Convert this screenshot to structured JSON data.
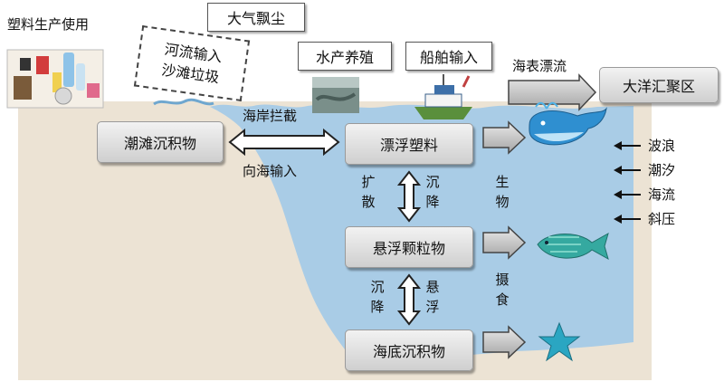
{
  "diagram": {
    "top_left_label": "塑料生产使用",
    "sources": {
      "atmosphere": "大气飘尘",
      "river_line1": "河流输入",
      "river_line2": "沙滩垃圾",
      "aquaculture": "水产养殖",
      "shipping": "船舶输入"
    },
    "sea_surface_drift": "海表漂流",
    "ocean_convergence": "大洋汇聚区",
    "nodes": {
      "beach_sediment": "潮滩沉积物",
      "floating_plastic": "漂浮塑料",
      "suspended_particles": "悬浮颗粒物",
      "seabed_sediment": "海底沉积物"
    },
    "edge_labels": {
      "coast_interception": "海岸拦截",
      "to_sea_input": "向海输入",
      "diffusion_chars": [
        "扩",
        "散"
      ],
      "settle_chars_top": [
        "沉",
        "降"
      ],
      "settle_chars_bottom": [
        "沉",
        "降"
      ],
      "suspend_chars": [
        "悬",
        "浮"
      ],
      "biota_chars": [
        "生",
        "物"
      ],
      "ingest_chars": [
        "摄",
        "食"
      ]
    },
    "forces": [
      "波浪",
      "潮汐",
      "海流",
      "斜压"
    ]
  },
  "colors": {
    "sea": "#a9cce6",
    "sand": "#ece3d4",
    "box_fill": "#dcdcdc",
    "arrow": "#444444"
  }
}
